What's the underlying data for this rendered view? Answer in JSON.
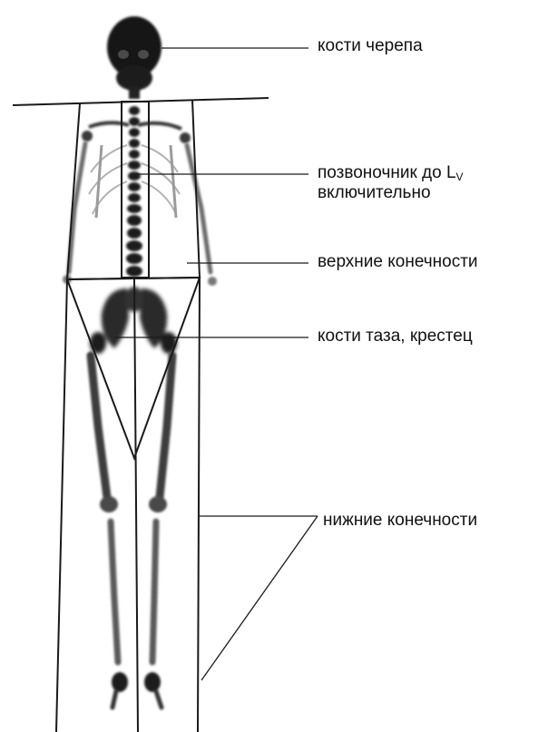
{
  "labels": {
    "skull": "кости черепа",
    "spine_line1_prefix": "позвоночник до L",
    "spine_line1_sub": "V",
    "spine_line2": "включительно",
    "upper_limbs": "верхние конечности",
    "pelvis": "кости таза, крестец",
    "lower_limbs": "нижние конечности"
  },
  "colors": {
    "region_lines": "#1a1a1a",
    "bone_uptake": "#1e1e1e",
    "text": "#111111"
  }
}
